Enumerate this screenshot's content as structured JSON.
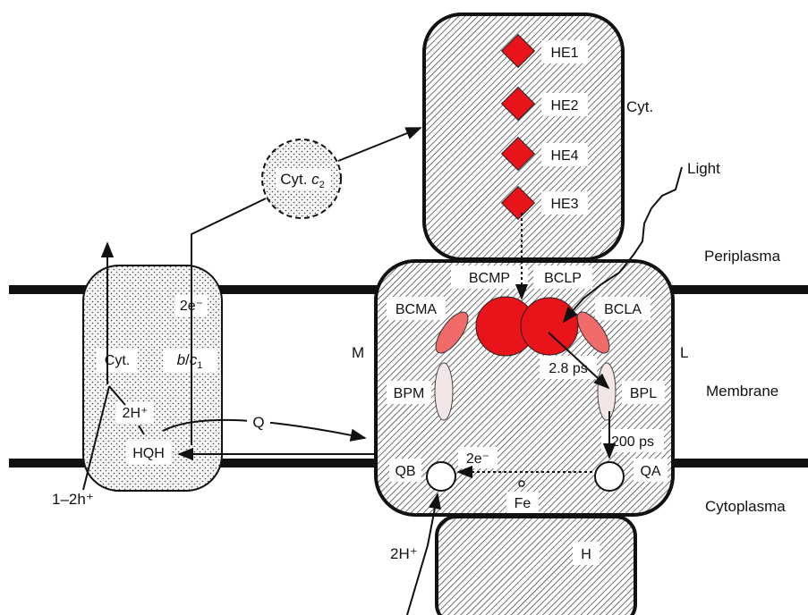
{
  "regions": {
    "periplasma": "Periplasma",
    "membrane": "Membrane",
    "cytoplasma": "Cytoplasma"
  },
  "cytochrome": {
    "label": "Cyt.",
    "hemes": [
      "HE1",
      "HE2",
      "HE4",
      "HE3"
    ]
  },
  "light": "Light",
  "cyt_c2": {
    "text": "Cyt.",
    "italic": "c",
    "sub": "2"
  },
  "bc1_complex": {
    "two_e": "2e⁻",
    "cyt": "Cyt.",
    "b": "b",
    "slash": "/",
    "c": "c",
    "sub": "1",
    "two_h": "2H⁺",
    "hqh": "HQH",
    "proton_out": "1–2h⁺"
  },
  "quinone": "Q",
  "reaction_center": {
    "m": "M",
    "l": "L",
    "bcmp": "BCMP",
    "bclp": "BCLP",
    "bcma": "BCMA",
    "bcla": "BCLA",
    "bpm": "BPM",
    "bpl": "BPL",
    "t1": "2.8 ps",
    "t2": "200 ps",
    "two_e": "2e⁻",
    "qb": "QB",
    "qa": "QA",
    "fe": "Fe",
    "two_h": "2H⁺"
  },
  "h_subunit": "H",
  "colors": {
    "special_pair": "#e8141a",
    "accessory": "#f06a6a",
    "pheophytin": "#f3e6e6",
    "membrane_line": "#111111",
    "outline": "#111111"
  }
}
